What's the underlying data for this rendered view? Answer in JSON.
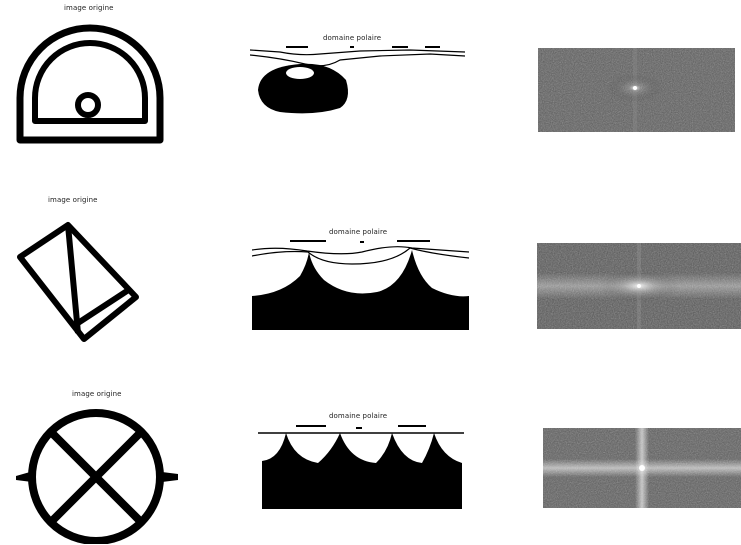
{
  "rows": [
    {
      "origin_title": "image origine",
      "polar_title": "domaine polaire",
      "shape": "semicircle-with-circle"
    },
    {
      "origin_title": "image origine",
      "polar_title": "domaine polaire",
      "shape": "rotated-rectangle-with-diagonal"
    },
    {
      "origin_title": "image origine",
      "polar_title": "domaine polaire",
      "shape": "circle-with-cross"
    }
  ],
  "colors": {
    "ink": "#000000",
    "spectrum_bg": "#5a5a5a",
    "paper": "#ffffff"
  }
}
